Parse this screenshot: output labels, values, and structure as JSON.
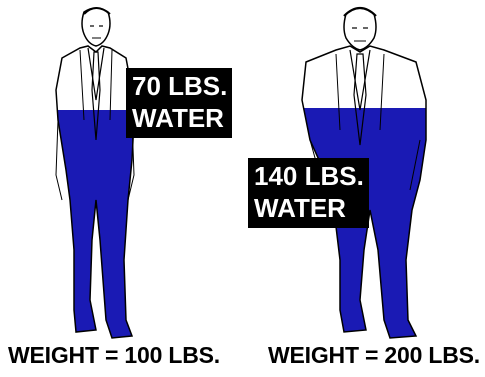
{
  "figures": [
    {
      "water_label_line1": "70 LBS.",
      "water_label_line2": "WATER",
      "caption": "WEIGHT = 100 LBS.",
      "water_fill_fraction": 0.7
    },
    {
      "water_label_line1": "140 LBS.",
      "water_label_line2": "WATER",
      "caption": "WEIGHT = 200 LBS.",
      "water_fill_fraction": 0.7
    }
  ],
  "colors": {
    "water": "#1a1ab4",
    "outline": "#000000",
    "label_bg": "#000000",
    "label_text": "#ffffff"
  }
}
